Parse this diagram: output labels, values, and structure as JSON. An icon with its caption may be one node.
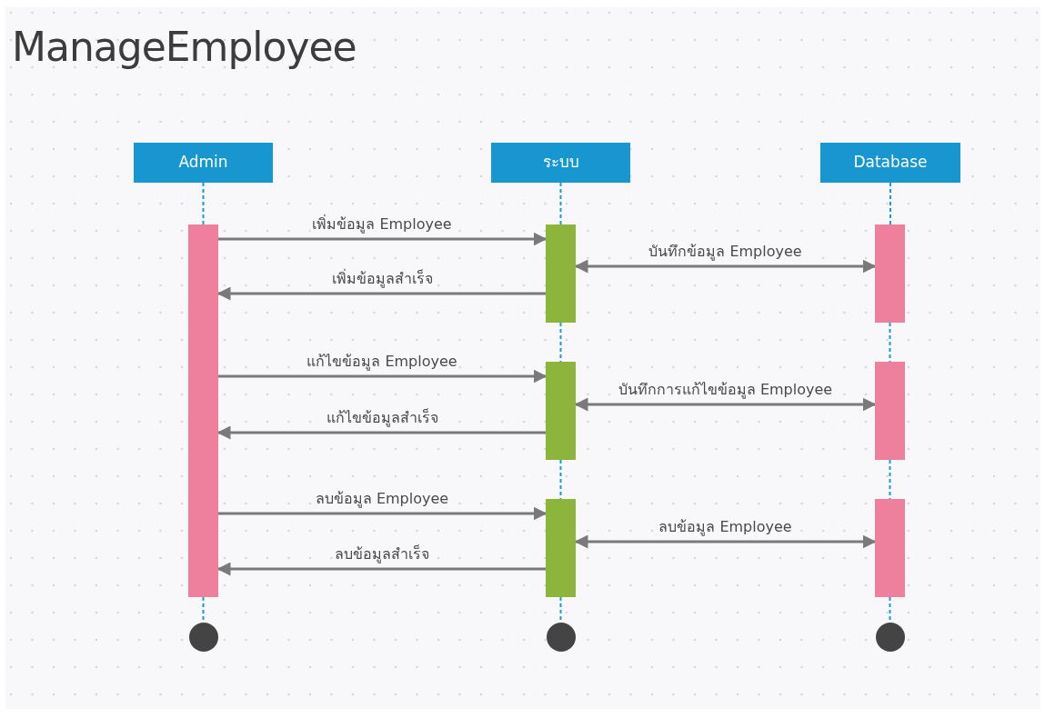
{
  "diagram": {
    "title": "ManageEmployee",
    "nodes": [
      {
        "text": [
          "Admin"
        ]
      },
      {
        "text": [
          "ระบบ"
        ]
      },
      {
        "text": [
          "Database"
        ]
      },
      {
        "text": [],
        "shape": "bar"
      },
      {
        "text": [],
        "shape": "bar"
      },
      {
        "text": [],
        "shape": "bar"
      },
      {
        "text": [],
        "shape": "bar"
      },
      {
        "text": [],
        "shape": "bar"
      },
      {
        "text": [],
        "shape": "bar"
      },
      {
        "text": [],
        "shape": "bar"
      },
      {
        "text": [],
        "shape": "circle"
      },
      {
        "text": [],
        "shape": "circle"
      },
      {
        "text": [],
        "shape": "circle"
      }
    ],
    "edges": [
      {
        "from": 3,
        "to": 4,
        "arrow": "to",
        "label": "เพิ่มข้อมูล Employee",
        "color": "#7a7a7a"
      },
      {
        "from": 4,
        "to": 7,
        "arrow": "both",
        "label": "บันทึกข้อมูล Employee",
        "color": "#7a7a7a"
      },
      {
        "from": 4,
        "to": 3,
        "arrow": "to",
        "label": "เพิ่มข้อมูลสำเร็จ",
        "color": "#7a7a7a"
      },
      {
        "from": 3,
        "to": 5,
        "arrow": "to",
        "label": "แก้ไขข้อมูล Employee",
        "color": "#7a7a7a"
      },
      {
        "from": 5,
        "to": 8,
        "arrow": "both",
        "label": "บันทึกการแก้ไขข้อมูล Employee",
        "color": "#7a7a7a"
      },
      {
        "from": 5,
        "to": 3,
        "arrow": "to",
        "label": "แก้ไขข้อมูลสำเร็จ",
        "color": "#7a7a7a"
      },
      {
        "from": 3,
        "to": 6,
        "arrow": "to",
        "label": "ลบข้อมูล Employee",
        "color": "#7a7a7a"
      },
      {
        "from": 6,
        "to": 9,
        "arrow": "both",
        "label": "ลบข้อมูล Employee",
        "color": "#7a7a7a"
      },
      {
        "from": 6,
        "to": 3,
        "arrow": "to",
        "label": "ลบข้อมูลสำเร็จ",
        "color": "#7a7a7a"
      },
      {
        "from": 0,
        "to": 3,
        "arrow": "none",
        "style": "dashed"
      },
      {
        "from": 3,
        "to": 10,
        "arrow": "none",
        "style": "dashed"
      },
      {
        "from": 1,
        "to": 4,
        "arrow": "none",
        "style": "dashed"
      },
      {
        "from": 4,
        "to": 5,
        "arrow": "none",
        "style": "dashed"
      },
      {
        "from": 5,
        "to": 6,
        "arrow": "none",
        "style": "dashed"
      },
      {
        "from": 6,
        "to": 11,
        "arrow": "none",
        "style": "dashed"
      },
      {
        "from": 2,
        "to": 7,
        "arrow": "none",
        "style": "dashed"
      },
      {
        "from": 7,
        "to": 8,
        "arrow": "none",
        "style": "dashed"
      },
      {
        "from": 8,
        "to": 9,
        "arrow": "none",
        "style": "dashed"
      },
      {
        "from": 9,
        "to": 12,
        "arrow": "none",
        "style": "dashed"
      }
    ]
  }
}
